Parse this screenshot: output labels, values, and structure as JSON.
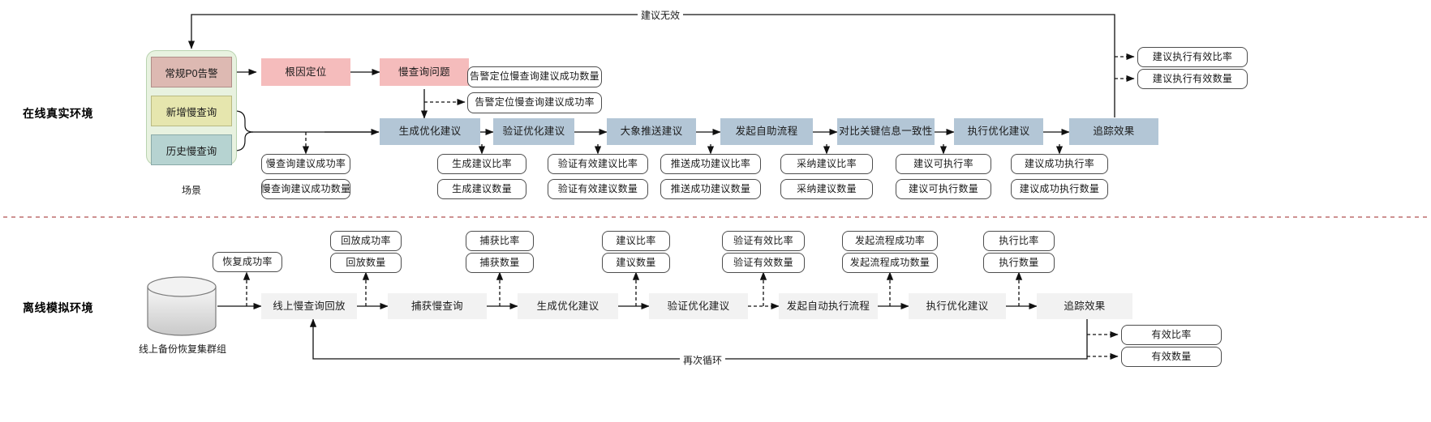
{
  "sections": {
    "online": {
      "label": "在线真实环境"
    },
    "offline": {
      "label": "离线模拟环境"
    }
  },
  "online": {
    "scenario_caption": "场景",
    "scenario_items": [
      {
        "label": "常规P0告警",
        "color": "#ddb9b2"
      },
      {
        "label": "新增慢查询",
        "color": "#e6e6ae"
      },
      {
        "label": "历史慢查询",
        "color": "#b6d3d1"
      }
    ],
    "feedback_label": "建议无效",
    "pink_nodes": [
      {
        "label": "根因定位"
      },
      {
        "label": "慢查询问题"
      }
    ],
    "alert_metrics": [
      {
        "label": "告警定位慢查询建议成功数量"
      },
      {
        "label": "告警定位慢查询建议成功率"
      }
    ],
    "flow_nodes": [
      {
        "label": "生成优化建议"
      },
      {
        "label": "验证优化建议"
      },
      {
        "label": "大象推送建议"
      },
      {
        "label": "发起自助流程"
      },
      {
        "label": "对比关键信息一致性"
      },
      {
        "label": "执行优化建议"
      },
      {
        "label": "追踪效果"
      }
    ],
    "metric_groups": [
      {
        "rate": "慢查询建议成功率",
        "count": "慢查询建议成功数量"
      },
      {
        "rate": "生成建议比率",
        "count": "生成建议数量"
      },
      {
        "rate": "验证有效建议比率",
        "count": "验证有效建议数量"
      },
      {
        "rate": "推送成功建议比率",
        "count": "推送成功建议数量"
      },
      {
        "rate": "采纳建议比率",
        "count": "采纳建议数量"
      },
      {
        "rate": "建议可执行率",
        "count": "建议可执行数量"
      },
      {
        "rate": "建议成功执行率",
        "count": "建议成功执行数量"
      }
    ],
    "result_metrics": [
      {
        "label": "建议执行有效比率"
      },
      {
        "label": "建议执行有效数量"
      }
    ]
  },
  "offline": {
    "database_caption": "线上备份恢复集群组",
    "recover_metric": "恢复成功率",
    "loop_label": "再次循环",
    "flow_nodes": [
      {
        "label": "线上慢查询回放"
      },
      {
        "label": "捕获慢查询"
      },
      {
        "label": "生成优化建议"
      },
      {
        "label": "验证优化建议"
      },
      {
        "label": "发起自动执行流程"
      },
      {
        "label": "执行优化建议"
      },
      {
        "label": "追踪效果"
      }
    ],
    "metric_groups": [
      {
        "rate": "回放成功率",
        "count": "回放数量"
      },
      {
        "rate": "捕获比率",
        "count": "捕获数量"
      },
      {
        "rate": "建议比率",
        "count": "建议数量"
      },
      {
        "rate": "验证有效比率",
        "count": "验证有效数量"
      },
      {
        "rate": "发起流程成功率",
        "count": "发起流程成功数量"
      },
      {
        "rate": "执行比率",
        "count": "执行数量"
      }
    ],
    "result_metrics": [
      {
        "label": "有效比率"
      },
      {
        "label": "有效数量"
      }
    ]
  }
}
